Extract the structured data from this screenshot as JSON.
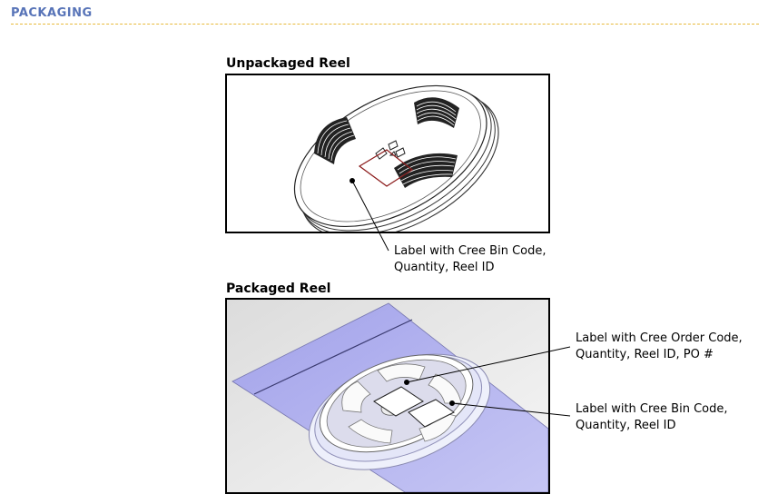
{
  "section": {
    "title": "PACKAGING"
  },
  "figures": {
    "unpackaged": {
      "title": "Unpackaged Reel",
      "callout": {
        "line1": "Label with Cree Bin Code,",
        "line2": "Quantity, Reel ID"
      }
    },
    "packaged": {
      "title": "Packaged Reel",
      "callout_order": {
        "line1": "Label with Cree Order Code,",
        "line2": "Quantity, Reel ID, PO #"
      },
      "callout_bin": {
        "line1": "Label with Cree Bin Code,",
        "line2": "Quantity, Reel ID"
      }
    }
  },
  "colors": {
    "heading": "#5874b8",
    "divider": "#e8b93a",
    "label_outline": "#8b1a1a",
    "bag": "#a9a9ee"
  }
}
